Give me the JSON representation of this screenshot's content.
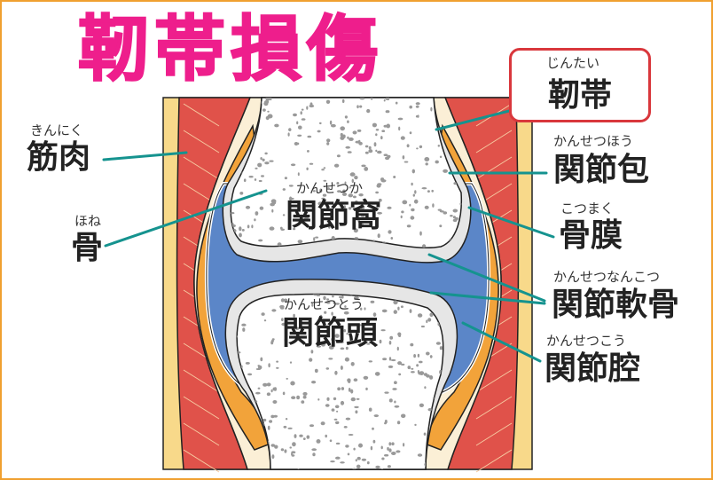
{
  "title": "靭帯損傷",
  "colors": {
    "title": "#ee1e8c",
    "leader": "#15938f",
    "box": "#d9373c",
    "muscle": "#e0524a",
    "capsule": "#f2a33a",
    "cavity": "#5b86c8",
    "skin": "#f8d98a",
    "border": "#f0a030"
  },
  "labels": {
    "ligament": {
      "ruby": "じんたい",
      "text": "靭帯"
    },
    "capsule": {
      "ruby": "かんせつほう",
      "text": "関節包"
    },
    "periosteum": {
      "ruby": "こつまく",
      "text": "骨膜"
    },
    "cartilage": {
      "ruby": "かんせつなんこつ",
      "text": "関節軟骨"
    },
    "cavity": {
      "ruby": "かんせつこう",
      "text": "関節腔"
    },
    "muscle": {
      "ruby": "きんにく",
      "text": "筋肉"
    },
    "bone": {
      "ruby": "ほね",
      "text": "骨"
    },
    "socket": {
      "ruby": "かんせつか",
      "text": "関節窩"
    },
    "head": {
      "ruby": "かんせつとう",
      "text": "関節頭"
    }
  }
}
